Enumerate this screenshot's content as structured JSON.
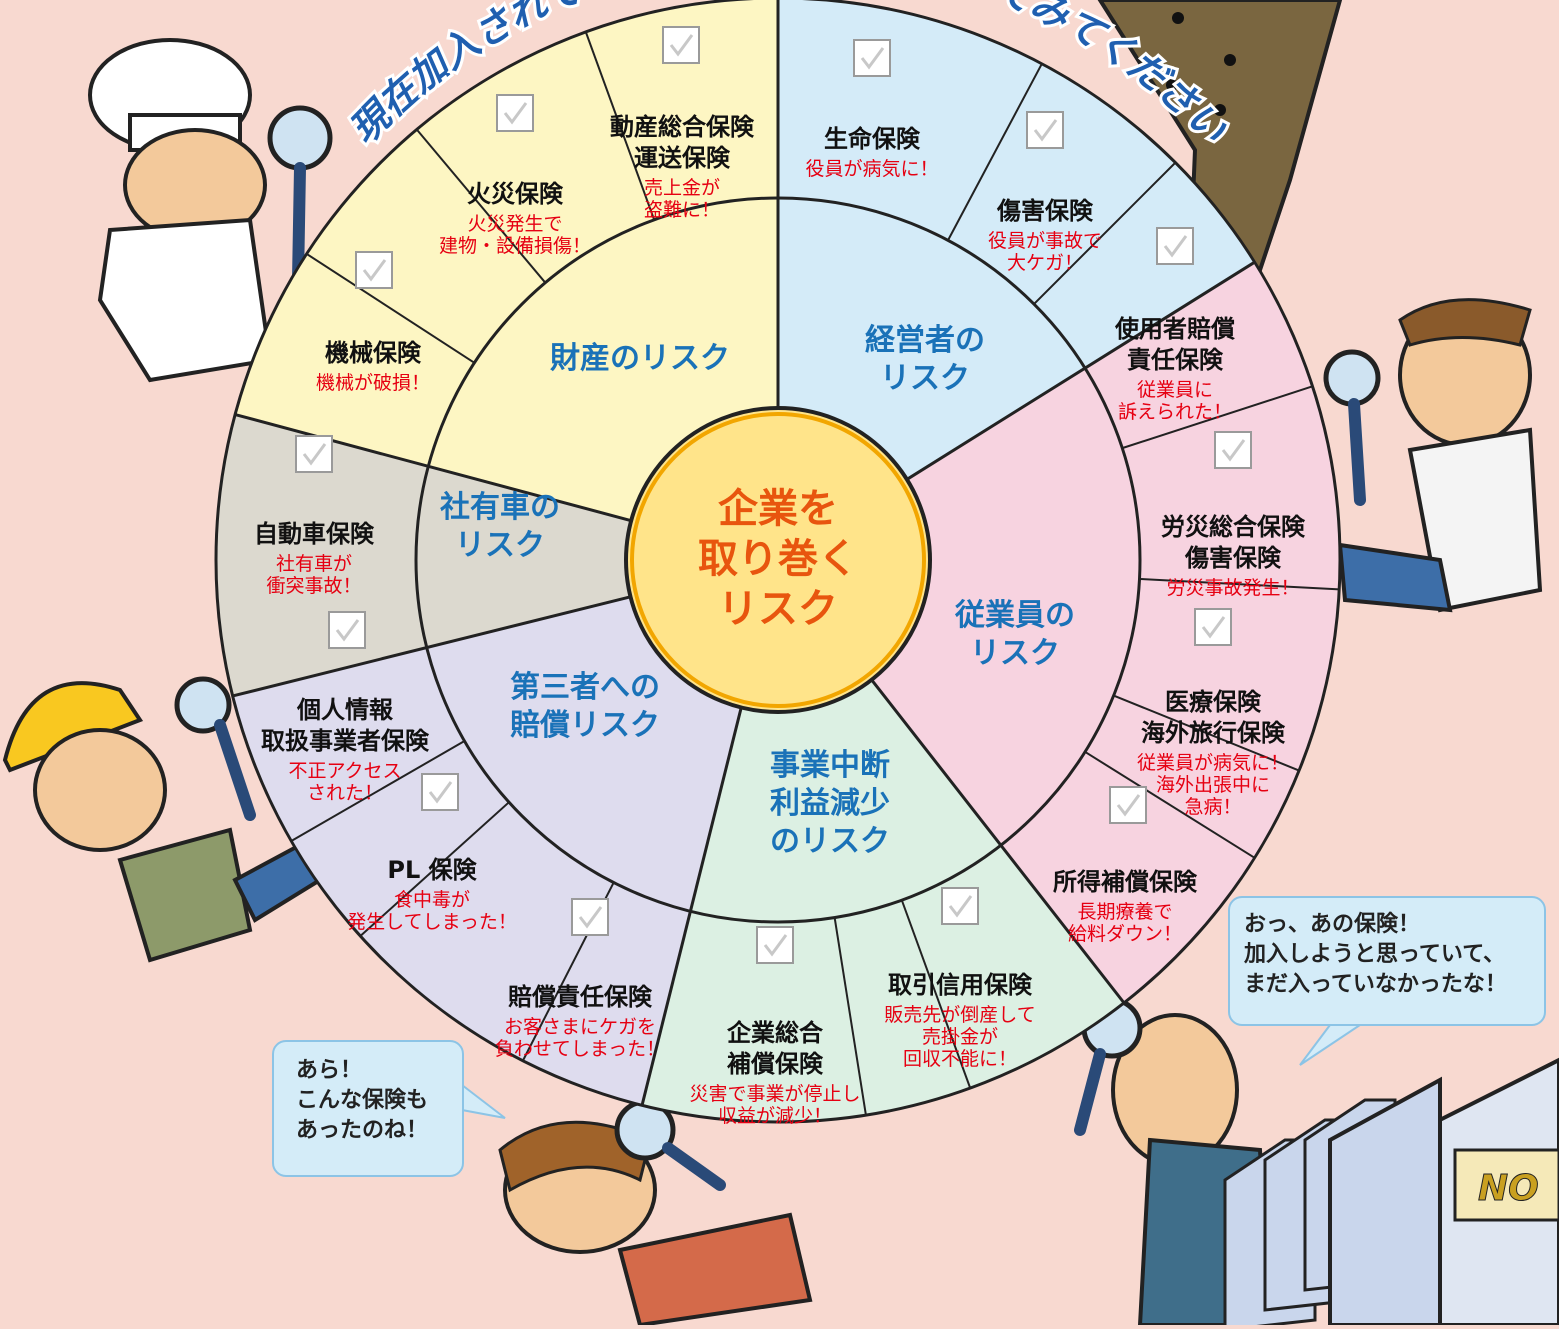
{
  "banner_text": "※現在加入されている保険にチェックをしてみてください。",
  "center": {
    "lines": [
      "企業を",
      "取り巻く",
      "リスク"
    ]
  },
  "categories": [
    {
      "id": "property",
      "lines": [
        "財産のリスク"
      ]
    },
    {
      "id": "executive",
      "lines": [
        "経営者の",
        "リスク"
      ]
    },
    {
      "id": "employee",
      "lines": [
        "従業員の",
        "リスク"
      ]
    },
    {
      "id": "business",
      "lines": [
        "事業中断",
        "利益減少",
        "のリスク"
      ]
    },
    {
      "id": "thirdparty",
      "lines": [
        "第三者への",
        "賠償リスク"
      ]
    },
    {
      "id": "vehicle",
      "lines": [
        "社有車の",
        "リスク"
      ]
    }
  ],
  "insurances": [
    {
      "name": [
        "動産総合保険",
        "運送保険"
      ],
      "desc": [
        "売上金が",
        "盗難に！"
      ]
    },
    {
      "name": [
        "生命保険"
      ],
      "desc": [
        "役員が病気に！"
      ]
    },
    {
      "name": [
        "傷害保険"
      ],
      "desc": [
        "役員が事故で",
        "大ケガ！"
      ]
    },
    {
      "name": [
        "使用者賠償",
        "責任保険"
      ],
      "desc": [
        "従業員に",
        "訴えられた！"
      ]
    },
    {
      "name": [
        "労災総合保険",
        "傷害保険"
      ],
      "desc": [
        "労災事故発生！"
      ]
    },
    {
      "name": [
        "医療保険",
        "海外旅行保険"
      ],
      "desc": [
        "従業員が病気に！",
        "海外出張中に",
        "急病！"
      ]
    },
    {
      "name": [
        "所得補償保険"
      ],
      "desc": [
        "長期療養で",
        "給料ダウン！"
      ]
    },
    {
      "name": [
        "取引信用保険"
      ],
      "desc": [
        "販売先が倒産して",
        "売掛金が",
        "回収不能に！"
      ]
    },
    {
      "name": [
        "企業総合",
        "補償保険"
      ],
      "desc": [
        "災害で事業が停止し",
        "収益が減少！"
      ]
    },
    {
      "name": [
        "賠償責任保険"
      ],
      "desc": [
        "お客さまにケガを",
        "負わせてしまった！"
      ]
    },
    {
      "name": [
        "PL 保険"
      ],
      "desc": [
        "食中毒が",
        "発生してしまった！"
      ]
    },
    {
      "name": [
        "個人情報",
        "取扱事業者保険"
      ],
      "desc": [
        "不正アクセス",
        "された！"
      ]
    },
    {
      "name": [
        "自動車保険"
      ],
      "desc": [
        "社有車が",
        "衝突事故！"
      ]
    },
    {
      "name": [
        "機械保険"
      ],
      "desc": [
        "機械が破損！"
      ]
    },
    {
      "name": [
        "火災保険"
      ],
      "desc": [
        "火災発生で",
        "建物・設備損傷！"
      ]
    }
  ],
  "bubbles": {
    "woman": [
      "あら！",
      "こんな保険も",
      "あったのね！"
    ],
    "man": [
      "おっ、あの保険！",
      "加入しようと思っていて、",
      "まだ入っていなかったな！"
    ]
  },
  "truck_logo": "NO",
  "colors": {
    "background": "#f8d9d0",
    "property": "#fdf6c3",
    "executive": "#d4ebf8",
    "employee": "#f7d3e0",
    "business": "#dcf0e3",
    "thirdparty": "#dedcee",
    "vehicle": "#dcd9cf",
    "center": "#ffe48a",
    "center_ring": "#f2a600",
    "category_text": "#1a72b8",
    "center_text": "#e8550e",
    "desc_text": "#e60012",
    "banner_text": "#1f5fb0"
  }
}
